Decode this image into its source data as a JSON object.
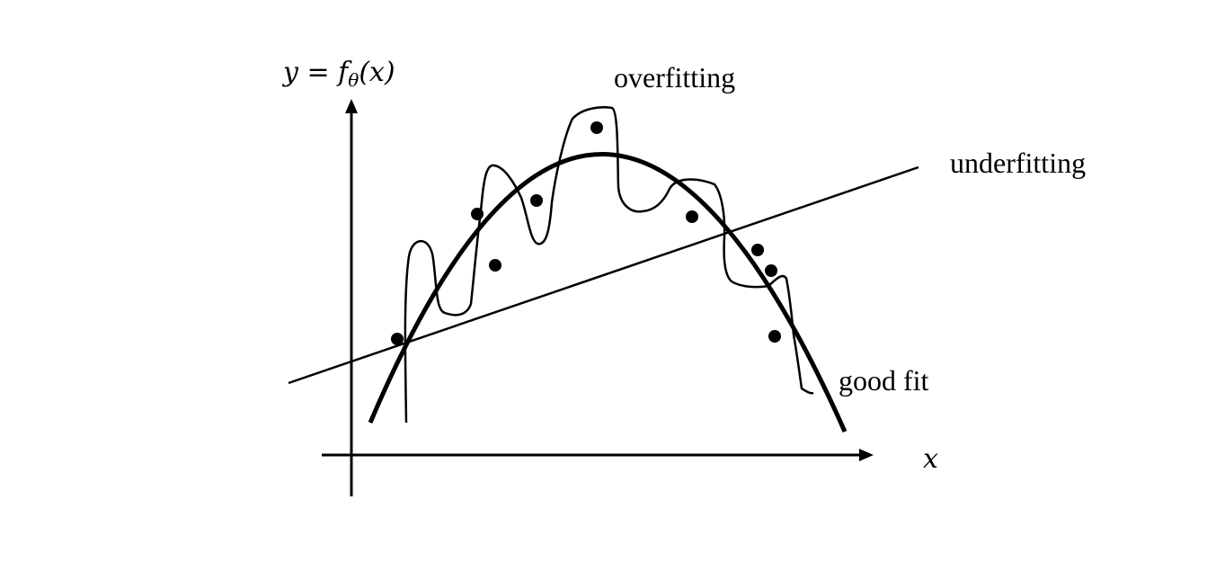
{
  "labels": {
    "y_axis_prefix": "y = f",
    "y_axis_subscript": "θ",
    "y_axis_suffix": "(x)",
    "x_axis": "x",
    "overfitting": "overfitting",
    "underfitting": "underfitting",
    "good_fit": "good fit"
  },
  "style": {
    "ink_color": "#000000",
    "background": "#ffffff"
  },
  "icons": {
    "y_axis_arrow": "arrowhead-up-icon",
    "x_axis_arrow": "arrowhead-right-icon"
  }
}
